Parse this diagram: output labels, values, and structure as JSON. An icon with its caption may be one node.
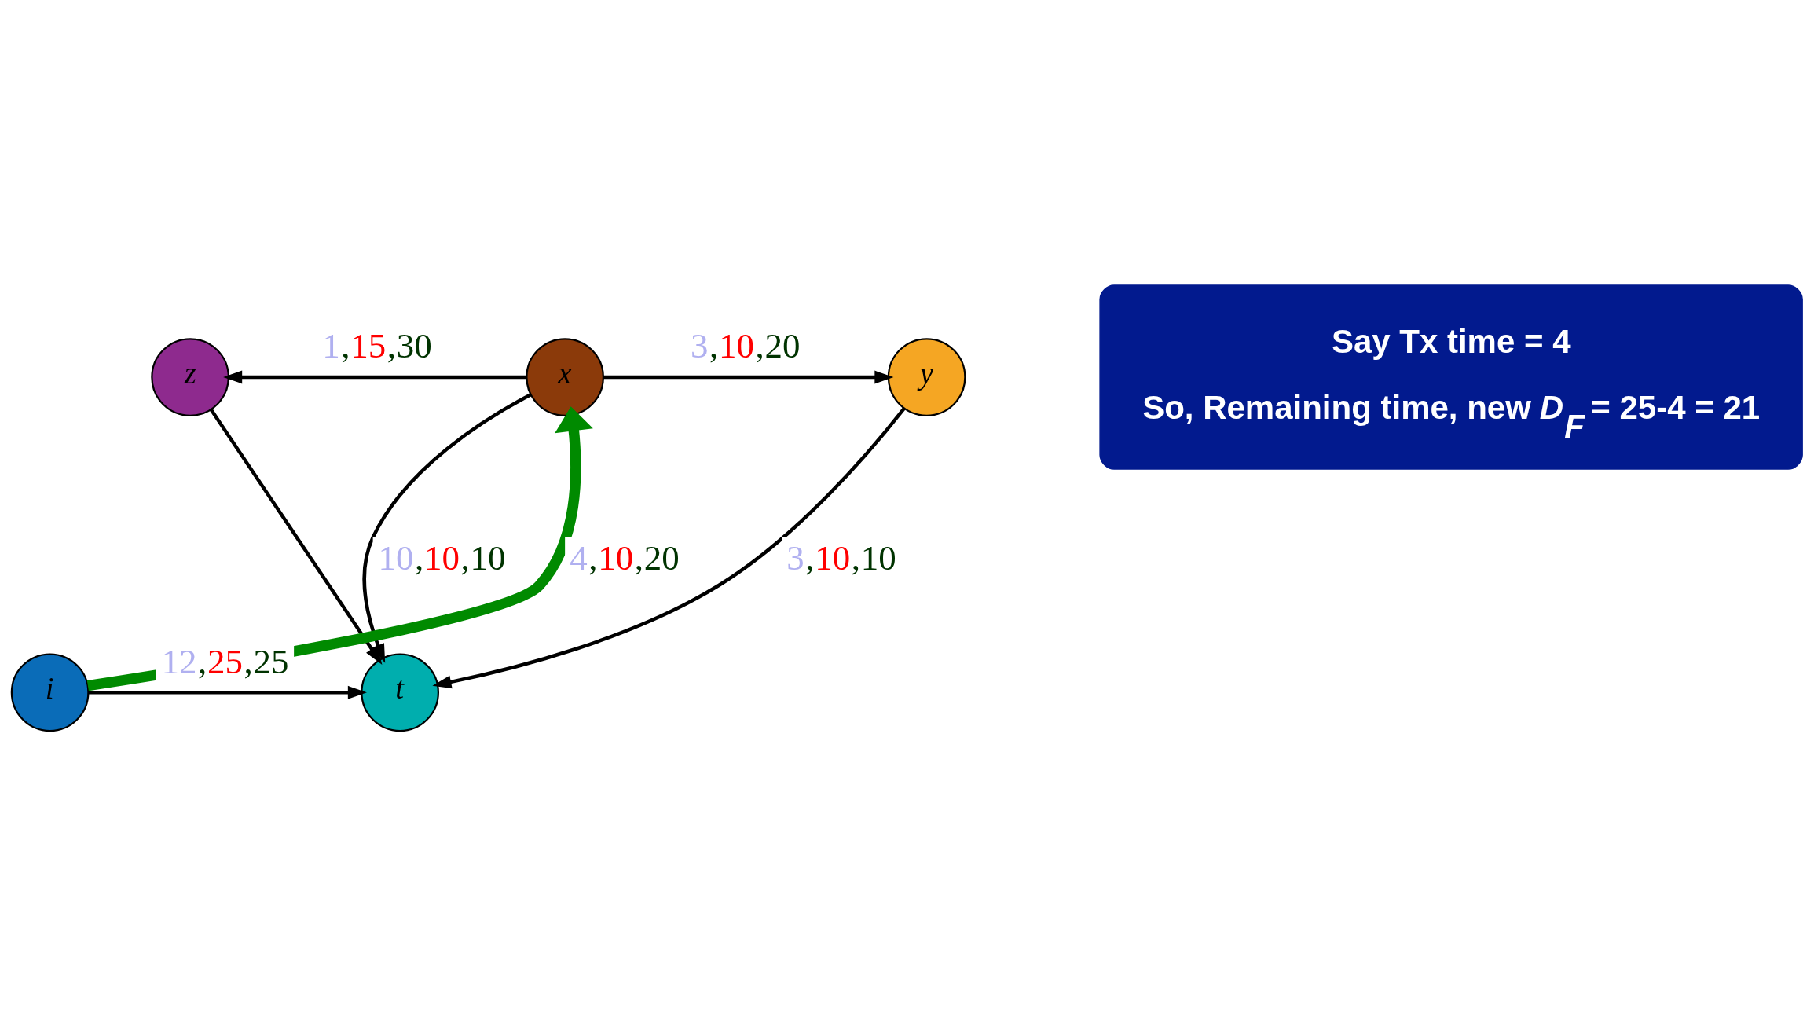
{
  "diagram": {
    "nodes": [
      {
        "text": [
          "z"
        ]
      },
      {
        "text": [
          "x"
        ]
      },
      {
        "text": [
          "y"
        ]
      },
      {
        "text": [
          "i"
        ]
      },
      {
        "text": [
          "t"
        ]
      },
      {
        "text": [
          "Say Tx time = 4",
          "So, Remaining time, new D$_{F}$ = 25-4 = 21"
        ]
      }
    ],
    "edges": [
      {
        "from": 1,
        "to": 0,
        "arrow": "to",
        "label": "1,15,30"
      },
      {
        "from": 1,
        "to": 2,
        "arrow": "to",
        "label": "3,10,20"
      },
      {
        "from": 1,
        "to": 4,
        "arrow": "to",
        "label": "10,10,10"
      },
      {
        "from": 2,
        "to": 4,
        "arrow": "to",
        "label": "3,10,10"
      },
      {
        "from": 0,
        "to": 4,
        "arrow": "to"
      },
      {
        "from": 3,
        "to": 1,
        "arrow": "to",
        "label": "4,10,20",
        "style": "thick",
        "color": "#008a00"
      },
      {
        "from": 3,
        "to": 4,
        "arrow": "to",
        "label": "12,25,25"
      }
    ]
  }
}
